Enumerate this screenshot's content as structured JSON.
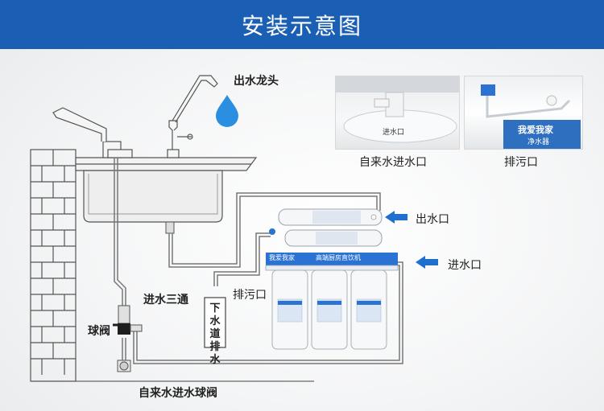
{
  "header": {
    "title": "安装示意图"
  },
  "labels": {
    "faucet": "出水龙头",
    "inlet_tee": "进水三通",
    "ball_valve": "球阀",
    "tap_ball_valve": "自来水进水球阀",
    "drain_vertical": "下水道排水",
    "drain_outlet": "排污口",
    "outlet": "出水口",
    "inlet": "进水口"
  },
  "photos": {
    "left_caption": "自来水进水口",
    "left_tag": "进水口",
    "right_caption": "排污口",
    "right_brand": "我爱我家",
    "right_sub": "净水器"
  },
  "purifier": {
    "brand": "我爱我家",
    "model_text": "高端厨房直饮机"
  },
  "colors": {
    "header": "#1a5fb4",
    "arrow": "#1f6fcf",
    "water_drop": "#2a8fe0",
    "brick_line": "#555555",
    "pipe": "#777777"
  }
}
